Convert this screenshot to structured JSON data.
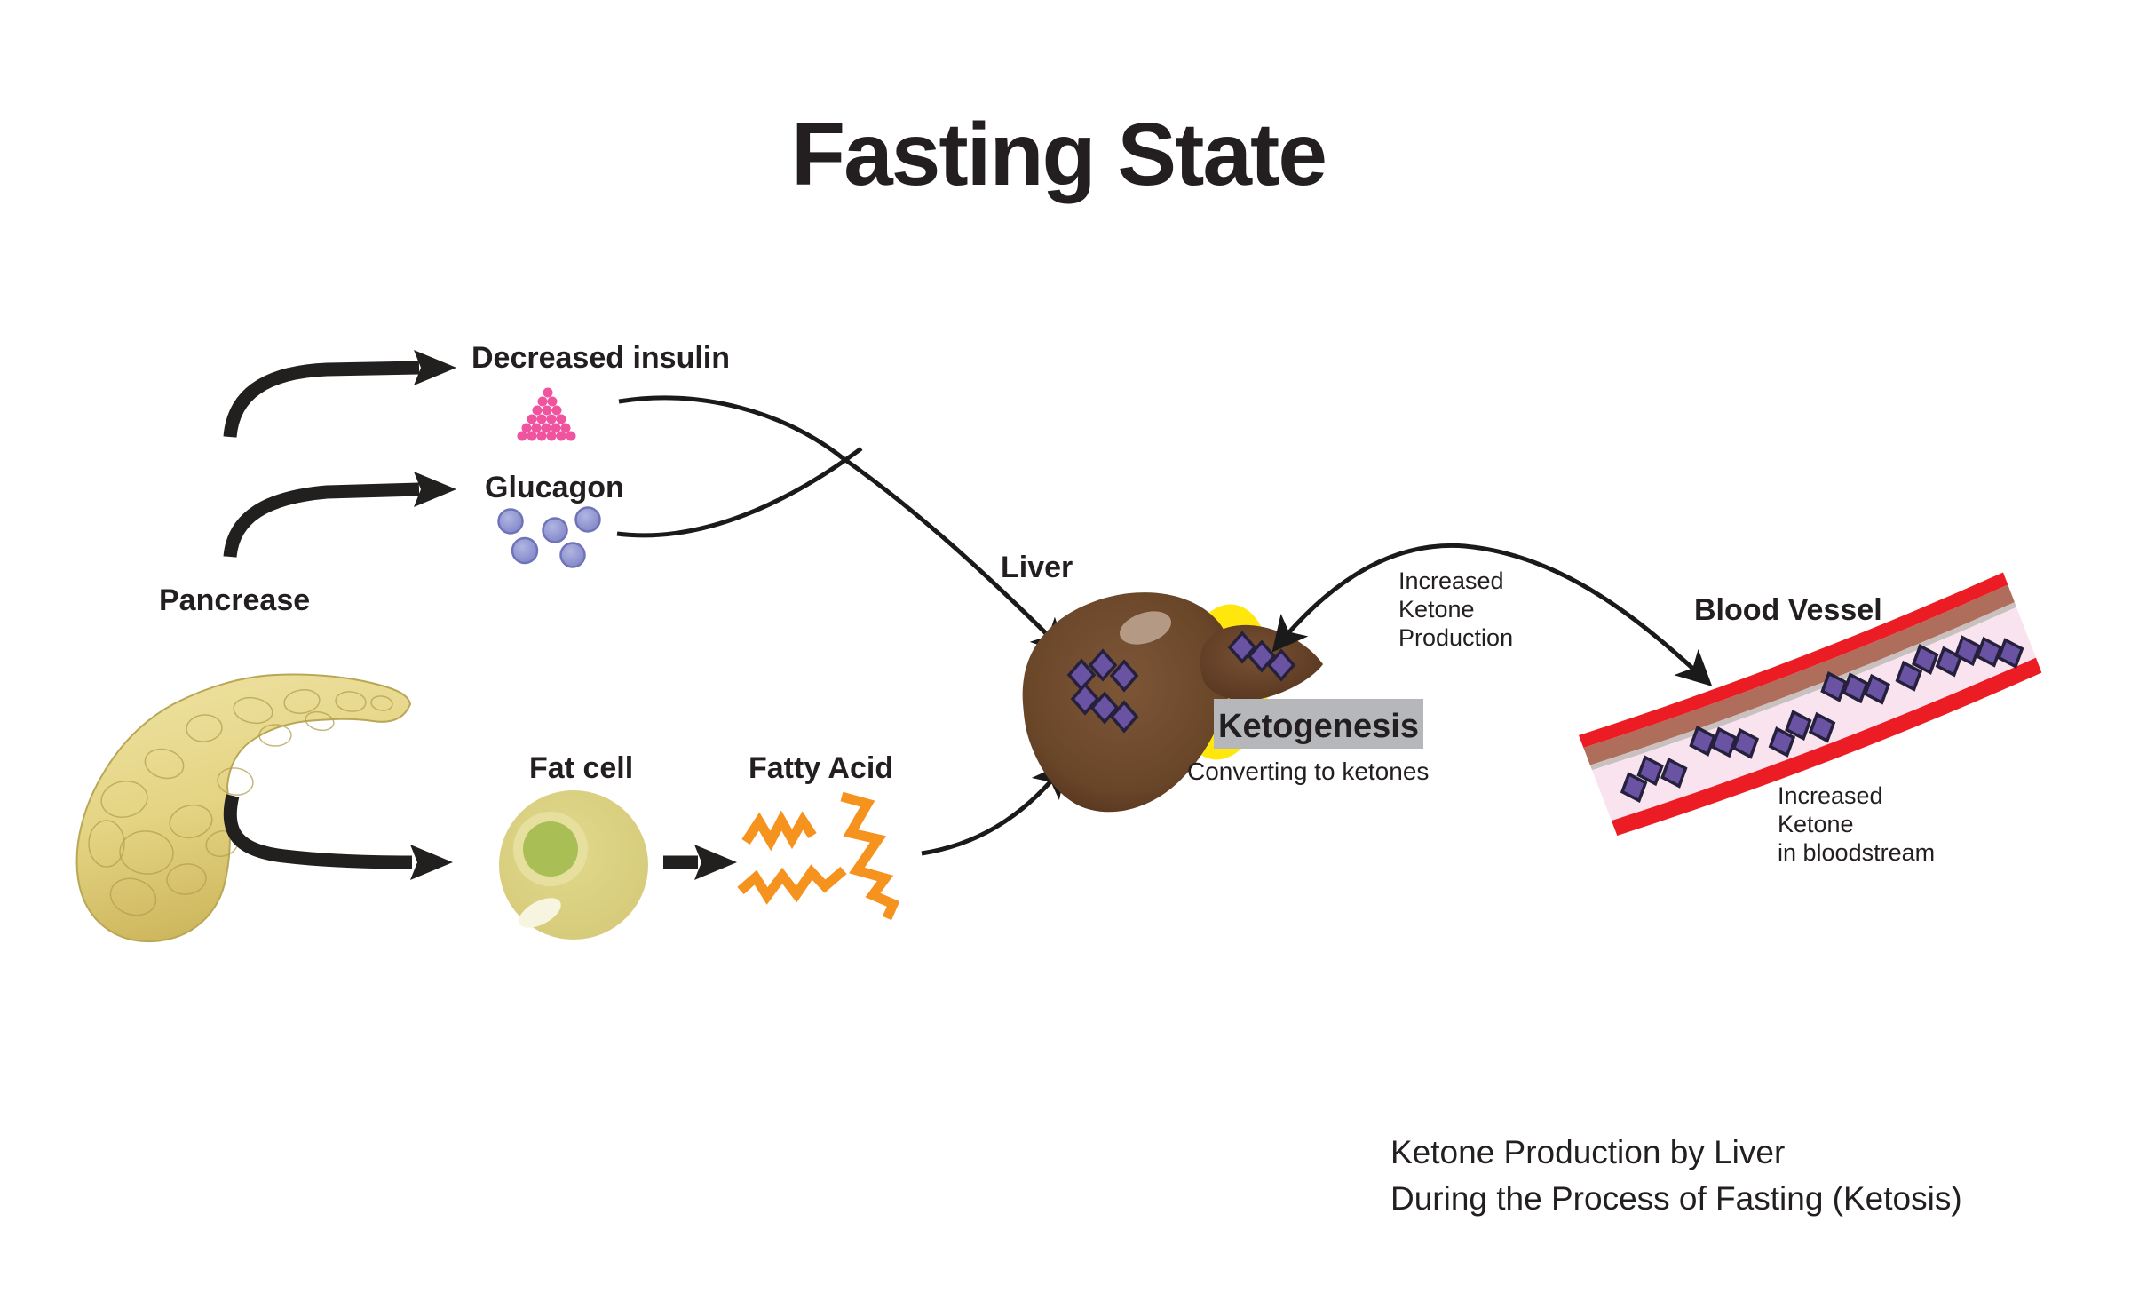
{
  "title": "Fasting State",
  "pancreas": {
    "label": "Pancrease"
  },
  "hormones": {
    "insulin_label": "Decreased insulin",
    "glucagon_label": "Glucagon"
  },
  "fat": {
    "cell_label": "Fat cell",
    "acid_label": "Fatty Acid"
  },
  "liver": {
    "label": "Liver",
    "process_label": "Ketogenesis",
    "process_note": "Converting to ketones"
  },
  "vessel": {
    "label": "Blood Vessel"
  },
  "notes": {
    "production": [
      "Increased",
      "Ketone",
      "Production"
    ],
    "bloodstream": [
      "Increased",
      "Ketone",
      "in bloodstream"
    ]
  },
  "caption": [
    "Ketone Production by Liver",
    "During the Process of Fasting (Ketosis)"
  ],
  "colors": {
    "background": "#FFFFFF",
    "text": "#231F20",
    "arrow_black": "#221F1F",
    "insulin_pink": "#F0549F",
    "glucagon_blue": "#8E93D0",
    "pancreas_yellow": "#E4D483",
    "fat_cell_yellow": "#DCD282",
    "fat_nucleus_green": "#A9BE55",
    "fatty_acid_orange": "#F6921E",
    "liver_brown": "#5E3A21",
    "gallbladder_yellow": "#FFE70D",
    "ketone_purple": "#6B53A4",
    "vessel_red": "#EC1C24",
    "vessel_wall_brown": "#AF6E5B",
    "vessel_lumen_pink": "#F8E3EF",
    "ketogenesis_box_gray": "#B5B7BA"
  }
}
